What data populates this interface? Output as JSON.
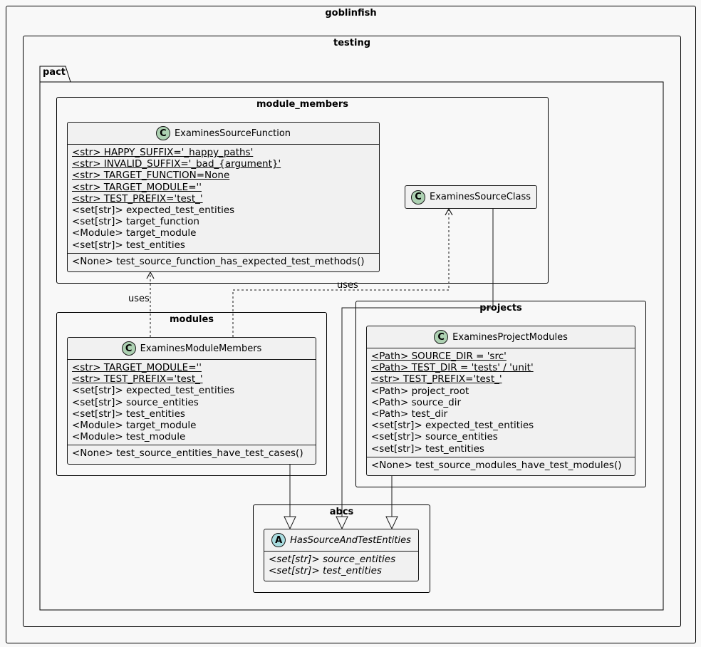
{
  "packages": {
    "goblinfish": "goblinfish",
    "testing": "testing",
    "pact": "pact",
    "module_members": "module_members",
    "modules": "modules",
    "projects": "projects",
    "abcs": "abcs"
  },
  "classes": {
    "examines_source_function": {
      "stereotype": "C",
      "name": "ExaminesSourceFunction",
      "fields": [
        {
          "text": "<str> HAPPY_SUFFIX='_happy_paths'",
          "static": true
        },
        {
          "text": "<str> INVALID_SUFFIX='_bad_{argument}'",
          "static": true
        },
        {
          "text": "<str> TARGET_FUNCTION=None",
          "static": true
        },
        {
          "text": "<str> TARGET_MODULE=''",
          "static": true
        },
        {
          "text": "<str> TEST_PREFIX='test_'",
          "static": true
        },
        {
          "text": "<set[str]> expected_test_entities",
          "static": false
        },
        {
          "text": "<set[str]> target_function",
          "static": false
        },
        {
          "text": "<Module> target_module",
          "static": false
        },
        {
          "text": "<set[str]> test_entities",
          "static": false
        }
      ],
      "methods": [
        "<None> test_source_function_has_expected_test_methods()"
      ]
    },
    "examines_source_class": {
      "stereotype": "C",
      "name": "ExaminesSourceClass"
    },
    "examines_module_members": {
      "stereotype": "C",
      "name": "ExaminesModuleMembers",
      "fields": [
        {
          "text": "<str> TARGET_MODULE=''",
          "static": true
        },
        {
          "text": "<str> TEST_PREFIX='test_'",
          "static": true
        },
        {
          "text": "<set[str]> expected_test_entities",
          "static": false
        },
        {
          "text": "<set[str]> source_entities",
          "static": false
        },
        {
          "text": "<set[str]> test_entities",
          "static": false
        },
        {
          "text": "<Module> target_module",
          "static": false
        },
        {
          "text": "<Module> test_module",
          "static": false
        }
      ],
      "methods": [
        "<None> test_source_entities_have_test_cases()"
      ]
    },
    "examines_project_modules": {
      "stereotype": "C",
      "name": "ExaminesProjectModules",
      "fields": [
        {
          "text": "<Path> SOURCE_DIR = 'src'",
          "static": true
        },
        {
          "text": "<Path> TEST_DIR = 'tests' / 'unit'",
          "static": true
        },
        {
          "text": "<str> TEST_PREFIX='test_'",
          "static": true
        },
        {
          "text": "<Path> project_root",
          "static": false
        },
        {
          "text": "<Path> source_dir",
          "static": false
        },
        {
          "text": "<Path> test_dir",
          "static": false
        },
        {
          "text": "<set[str]> expected_test_entities",
          "static": false
        },
        {
          "text": "<set[str]> source_entities",
          "static": false
        },
        {
          "text": "<set[str]> test_entities",
          "static": false
        }
      ],
      "methods": [
        "<None> test_source_modules_have_test_modules()"
      ]
    },
    "has_source_and_test_entities": {
      "stereotype": "A",
      "name": "HasSourceAndTestEntities",
      "fields": [
        {
          "text": "<set[str]> source_entities",
          "static": false
        },
        {
          "text": "<set[str]> test_entities",
          "static": false
        }
      ]
    }
  },
  "relations": {
    "uses_function_label": "uses",
    "uses_class_label": "uses"
  },
  "colors": {
    "background": "#f8f8f8",
    "class_fill": "#f1f1f1",
    "class_stereotype": "#add1b2",
    "abstract_stereotype": "#a9dcdf",
    "line": "#181818"
  }
}
